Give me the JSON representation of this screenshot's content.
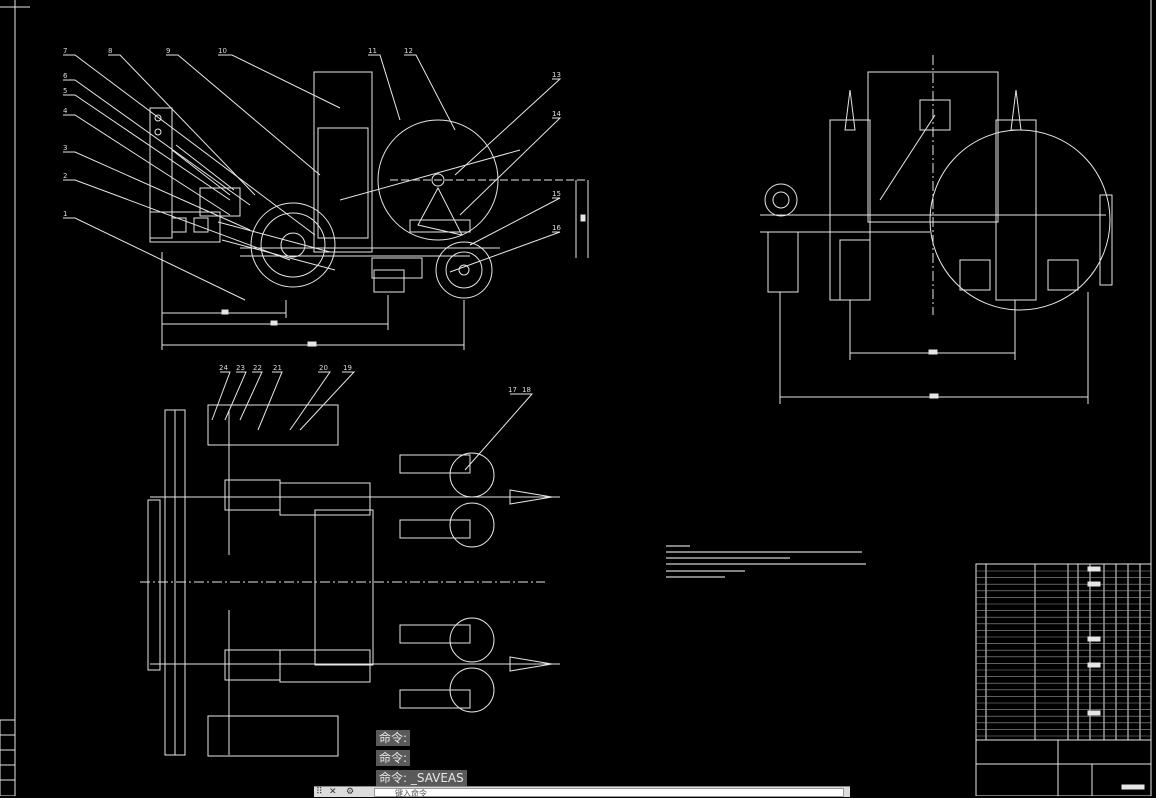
{
  "drawing": {
    "front_view_part_numbers": [
      "7",
      "8",
      "9",
      "10",
      "11",
      "12",
      "13",
      "14",
      "15",
      "16",
      "6",
      "5",
      "4",
      "3",
      "2",
      "1"
    ],
    "top_view_part_numbers": [
      "24",
      "23",
      "22",
      "21",
      "20",
      "19",
      "17",
      "18"
    ]
  },
  "command_window": {
    "history": [
      "命令:",
      "命令:",
      "命令: _SAVEAS"
    ],
    "input_placeholder": "键入命令"
  },
  "colors": {
    "background": "#000000",
    "linework": "#ffffff",
    "command_highlight": "#5a5a5a"
  }
}
